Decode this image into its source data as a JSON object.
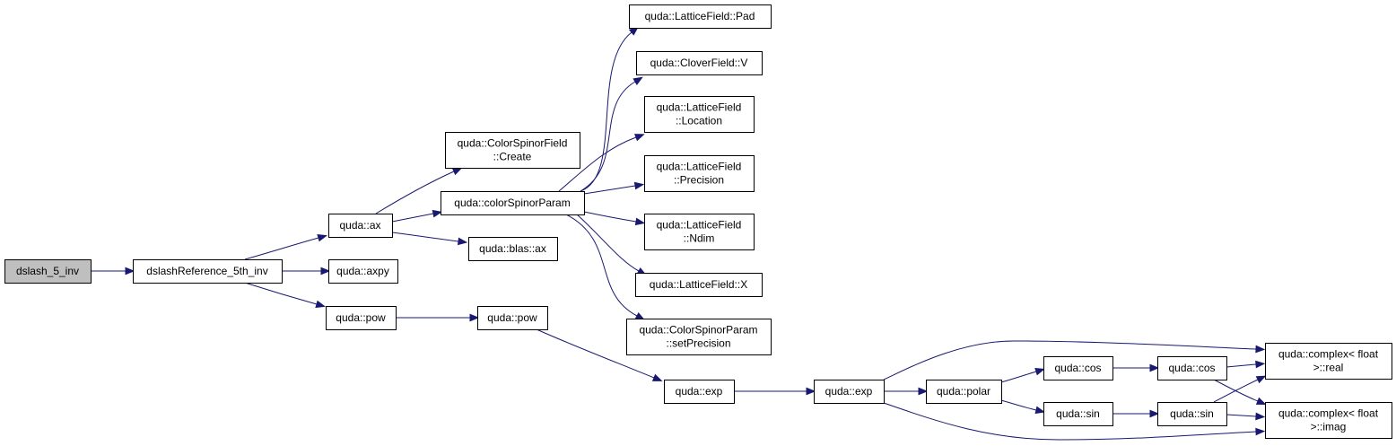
{
  "graph": {
    "edge_color": "#191970",
    "root_fill": "#bfbfbf",
    "nodes": [
      {
        "id": "root",
        "lines": [
          "dslash_5_inv"
        ],
        "root": true
      },
      {
        "id": "ref5inv",
        "lines": [
          "dslashReference_5th_inv"
        ]
      },
      {
        "id": "ax",
        "lines": [
          "quda::ax"
        ]
      },
      {
        "id": "axpy",
        "lines": [
          "quda::axpy"
        ]
      },
      {
        "id": "pow1",
        "lines": [
          "quda::pow"
        ]
      },
      {
        "id": "csfcreate",
        "lines": [
          "quda::ColorSpinorField",
          "::Create"
        ]
      },
      {
        "id": "csparam",
        "lines": [
          "quda::colorSpinorParam"
        ]
      },
      {
        "id": "blasax",
        "lines": [
          "quda::blas::ax"
        ]
      },
      {
        "id": "pow2",
        "lines": [
          "quda::pow"
        ]
      },
      {
        "id": "pad",
        "lines": [
          "quda::LatticeField::Pad"
        ]
      },
      {
        "id": "clv",
        "lines": [
          "quda::CloverField::V"
        ]
      },
      {
        "id": "loc",
        "lines": [
          "quda::LatticeField",
          "::Location"
        ]
      },
      {
        "id": "prec",
        "lines": [
          "quda::LatticeField",
          "::Precision"
        ]
      },
      {
        "id": "ndim",
        "lines": [
          "quda::LatticeField",
          "::Ndim"
        ]
      },
      {
        "id": "lfx",
        "lines": [
          "quda::LatticeField::X"
        ]
      },
      {
        "id": "setprec",
        "lines": [
          "quda::ColorSpinorParam",
          "::setPrecision"
        ]
      },
      {
        "id": "exp1",
        "lines": [
          "quda::exp"
        ]
      },
      {
        "id": "exp2",
        "lines": [
          "quda::exp"
        ]
      },
      {
        "id": "polar",
        "lines": [
          "quda::polar"
        ]
      },
      {
        "id": "cos1",
        "lines": [
          "quda::cos"
        ]
      },
      {
        "id": "sin1",
        "lines": [
          "quda::sin"
        ]
      },
      {
        "id": "cos2",
        "lines": [
          "quda::cos"
        ]
      },
      {
        "id": "sin2",
        "lines": [
          "quda::sin"
        ]
      },
      {
        "id": "real",
        "lines": [
          "quda::complex< float",
          ">::real"
        ]
      },
      {
        "id": "imag",
        "lines": [
          "quda::complex< float",
          ">::imag"
        ]
      }
    ],
    "edges": [
      [
        "root",
        "ref5inv"
      ],
      [
        "ref5inv",
        "ax"
      ],
      [
        "ref5inv",
        "axpy"
      ],
      [
        "ref5inv",
        "pow1"
      ],
      [
        "ax",
        "csfcreate"
      ],
      [
        "ax",
        "csparam"
      ],
      [
        "ax",
        "blasax"
      ],
      [
        "pow1",
        "pow2"
      ],
      [
        "pow2",
        "exp1"
      ],
      [
        "csparam",
        "pad"
      ],
      [
        "csparam",
        "clv"
      ],
      [
        "csparam",
        "loc"
      ],
      [
        "csparam",
        "prec"
      ],
      [
        "csparam",
        "ndim"
      ],
      [
        "csparam",
        "lfx"
      ],
      [
        "csparam",
        "setprec"
      ],
      [
        "exp1",
        "exp2"
      ],
      [
        "exp2",
        "real"
      ],
      [
        "exp2",
        "polar"
      ],
      [
        "exp2",
        "imag"
      ],
      [
        "polar",
        "cos1"
      ],
      [
        "polar",
        "sin1"
      ],
      [
        "cos1",
        "cos2"
      ],
      [
        "sin1",
        "sin2"
      ],
      [
        "cos2",
        "real"
      ],
      [
        "cos2",
        "imag"
      ],
      [
        "sin2",
        "real"
      ],
      [
        "sin2",
        "imag"
      ]
    ]
  }
}
